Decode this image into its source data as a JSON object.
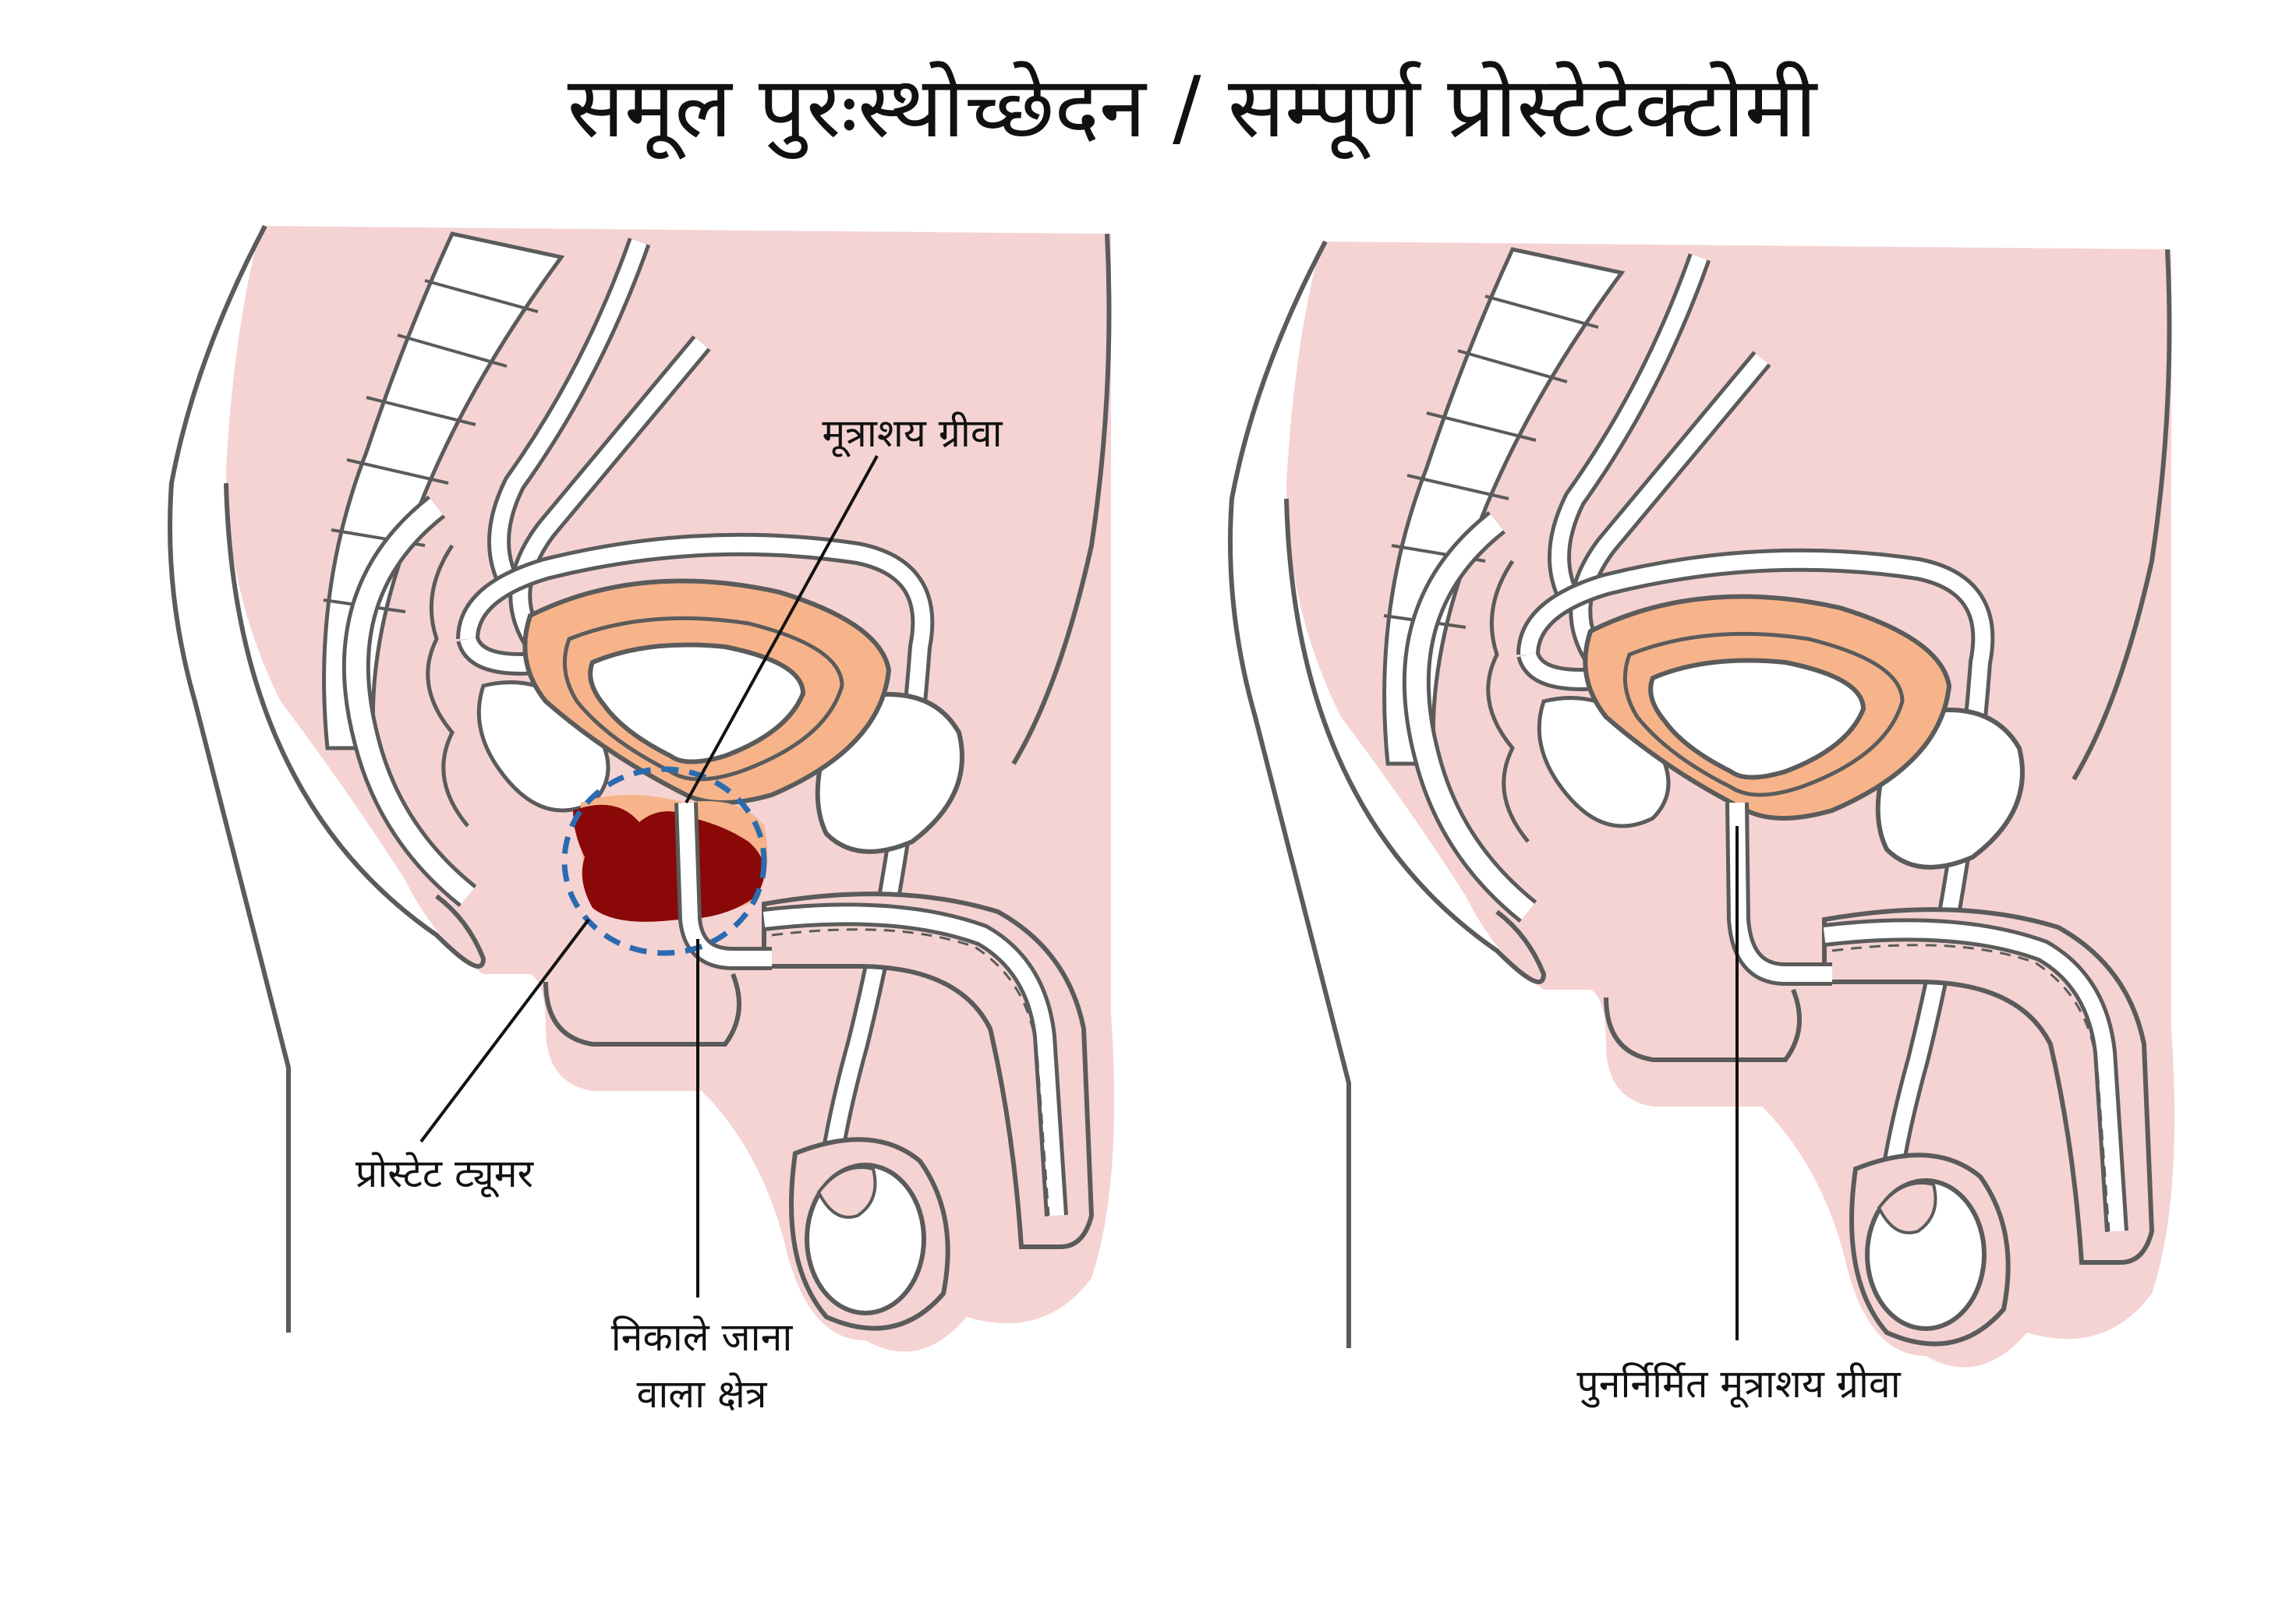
{
  "title": "समूल पुरःस्थोच्छेदन / सम्पूर्ण प्रोस्टेटेक्टोमी",
  "labels": {
    "bladder_neck": "मूत्राशय ग्रीवा",
    "prostate_tumor": "प्रोस्टेट ट्यूमर",
    "removed_area_line1": "निकाले जाना",
    "removed_area_line2": "वाला क्षेत्र",
    "reconstructed_bladder_neck": "पुनर्निर्मित मूत्राशय ग्रीवा"
  },
  "colors": {
    "skin": "#f5d3d3",
    "outline": "#5b5b5b",
    "bladder": "#f7b48a",
    "tumor": "#8a0808",
    "dashed_circle": "#2a6bb0",
    "tube": "#ffffff"
  }
}
